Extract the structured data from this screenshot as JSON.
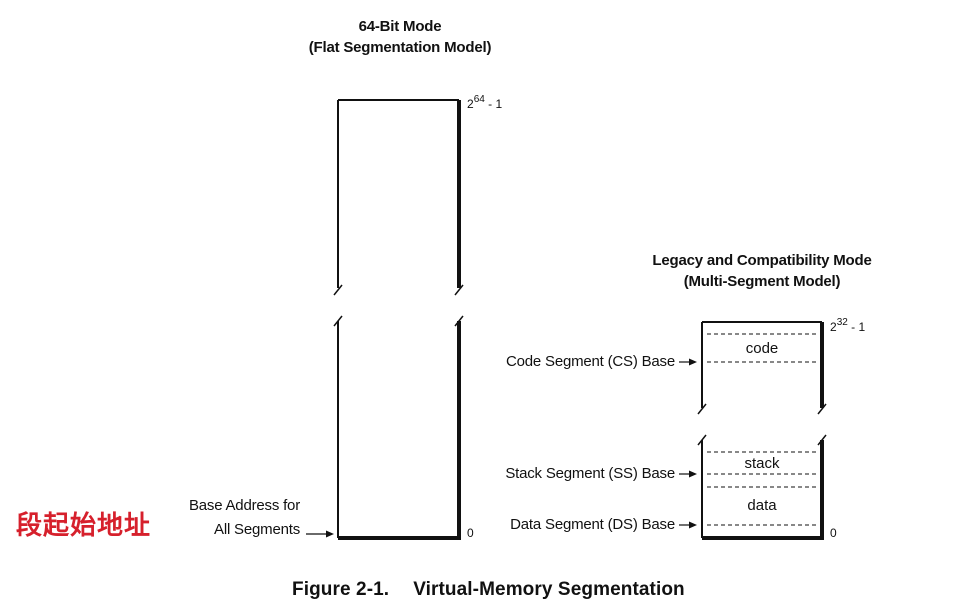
{
  "flat_model": {
    "title_line1": "64-Bit Mode",
    "title_line2": "(Flat Segmentation Model)",
    "top_bound_base": "2",
    "top_bound_exp": "64",
    "top_bound_suffix": " - 1",
    "bottom_bound": "0",
    "base_label_line1": "Base Address for",
    "base_label_line2": "All Segments"
  },
  "legacy_model": {
    "title_line1": "Legacy and Compatibility Mode",
    "title_line2": "(Multi-Segment Model)",
    "top_bound_base": "2",
    "top_bound_exp": "32",
    "top_bound_suffix": " - 1",
    "bottom_bound": "0",
    "segments": {
      "code": "code",
      "stack": "stack",
      "data": "data"
    },
    "base_labels": {
      "cs": "Code Segment (CS) Base",
      "ss": "Stack Segment (SS) Base",
      "ds": "Data Segment (DS) Base"
    }
  },
  "annotation": "段起始地址",
  "caption": {
    "number": "Figure 2-1.",
    "title": "Virtual-Memory Segmentation"
  },
  "colors": {
    "annotation": "#d6202c",
    "lines": "#111111"
  }
}
